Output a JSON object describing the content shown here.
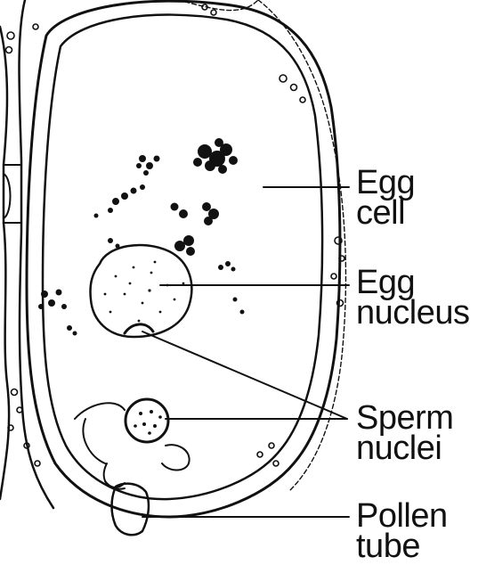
{
  "labels": {
    "egg_cell": [
      "Egg",
      "cell"
    ],
    "egg_nucleus": [
      "Egg",
      "nucleus"
    ],
    "sperm_nuclei": [
      "Sperm",
      "nuclei"
    ],
    "pollen_tube": [
      "Pollen",
      "tube"
    ]
  },
  "colors": {
    "ink": "#111111",
    "background": "#ffffff"
  }
}
